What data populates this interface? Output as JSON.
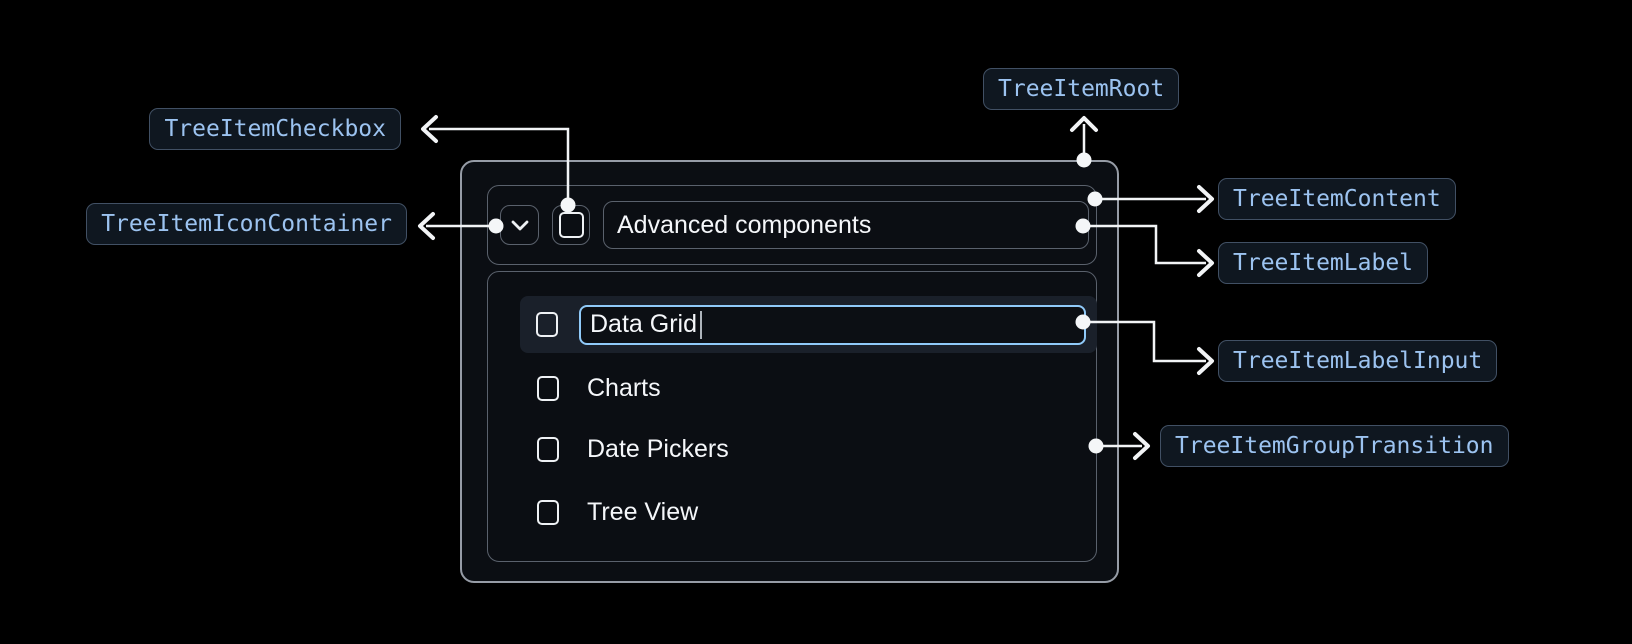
{
  "badges": {
    "checkbox": "TreeItemCheckbox",
    "icon_container": "TreeItemIconContainer",
    "root": "TreeItemRoot",
    "content": "TreeItemContent",
    "label": "TreeItemLabel",
    "label_input": "TreeItemLabelInput",
    "group_transition": "TreeItemGroupTransition"
  },
  "tree": {
    "parent": {
      "label": "Advanced components",
      "expanded": true,
      "checked": false
    },
    "editing_item": {
      "value": "Data Grid",
      "checked": false
    },
    "items": [
      {
        "label": "Charts",
        "checked": false
      },
      {
        "label": "Date Pickers",
        "checked": false
      },
      {
        "label": "Tree View",
        "checked": false
      }
    ]
  },
  "icons": {
    "expand": "chevron-down-icon",
    "checkbox": "checkbox-unchecked-icon"
  },
  "colors": {
    "page_bg": "#000000",
    "root_bg": "#0b0e13",
    "outer_border": "#969ca6",
    "inner_border": "#5a616c",
    "row_highlight": "#1a202a",
    "input_border": "#90caf9",
    "badge_text": "#9cc3f0",
    "badge_bg": "#0f1720",
    "badge_border": "#415064",
    "connector": "#f2f4f6",
    "text_primary": "#f5f7fa"
  }
}
